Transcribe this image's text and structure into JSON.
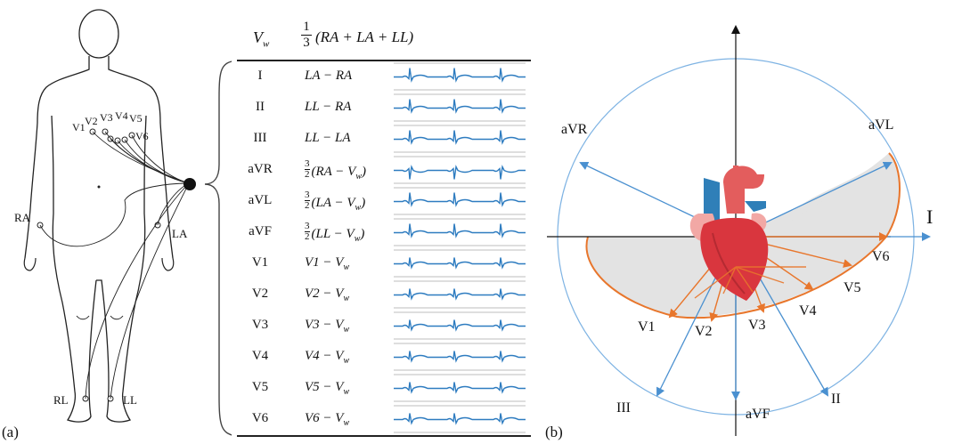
{
  "panel_a": {
    "label": "(a)",
    "body_labels": {
      "ra": "RA",
      "la": "LA",
      "rl": "RL",
      "ll": "LL",
      "v1": "V1",
      "v2": "V2",
      "v3": "V3",
      "v4": "V4",
      "v5": "V5",
      "v6": "V6"
    },
    "table": {
      "header_symbol": "V",
      "header_sub": "w",
      "header_coef_num": "1",
      "header_coef_den": "3",
      "header_formula": "(RA + LA + LL)",
      "rows": [
        {
          "lead": "I",
          "coef": "",
          "formula": "LA − RA"
        },
        {
          "lead": "II",
          "coef": "",
          "formula": "LL − RA"
        },
        {
          "lead": "III",
          "coef": "",
          "formula": "LL − LA"
        },
        {
          "lead": "aVR",
          "coef": "3/2",
          "formula": "(RA − V",
          "sub": "w",
          "tail": ")"
        },
        {
          "lead": "aVL",
          "coef": "3/2",
          "formula": "(LA − V",
          "sub": "w",
          "tail": ")"
        },
        {
          "lead": "aVF",
          "coef": "3/2",
          "formula": "(LL − V",
          "sub": "w",
          "tail": ")"
        },
        {
          "lead": "V1",
          "coef": "",
          "formula": "V1 − V",
          "sub": "w"
        },
        {
          "lead": "V2",
          "coef": "",
          "formula": "V2 − V",
          "sub": "w"
        },
        {
          "lead": "V3",
          "coef": "",
          "formula": "V3 − V",
          "sub": "w"
        },
        {
          "lead": "V4",
          "coef": "",
          "formula": "V4 − V",
          "sub": "w"
        },
        {
          "lead": "V5",
          "coef": "",
          "formula": "V5 − V",
          "sub": "w"
        },
        {
          "lead": "V6",
          "coef": "",
          "formula": "V6 − V",
          "sub": "w"
        }
      ]
    }
  },
  "panel_b": {
    "label": "(b)",
    "axis_labels": {
      "I": "I",
      "II": "II",
      "III": "III",
      "aVR": "aVR",
      "aVL": "aVL",
      "aVF": "aVF",
      "V1": "V1",
      "V2": "V2",
      "V3": "V3",
      "V4": "V4",
      "V5": "V5",
      "V6": "V6"
    }
  },
  "colors": {
    "ecg_trace": "#2e7cc0",
    "axis_blue": "#4a90d0",
    "orange": "#e8762c",
    "circle": "#6aa8e0",
    "fill_grey": "#e0e0e0"
  }
}
